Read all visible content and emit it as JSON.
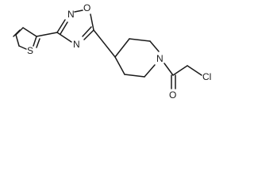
{
  "atoms": {
    "ring_oxygen": "O",
    "ring_nitrogen_left": "N",
    "ring_nitrogen_bottom": "N",
    "thiophene_sulfur": "S",
    "piperidine_nitrogen": "N",
    "carbonyl_oxygen": "O",
    "chlorine": "Cl"
  },
  "colors": {
    "bond": "#1a1a1a",
    "background": "#ffffff"
  }
}
